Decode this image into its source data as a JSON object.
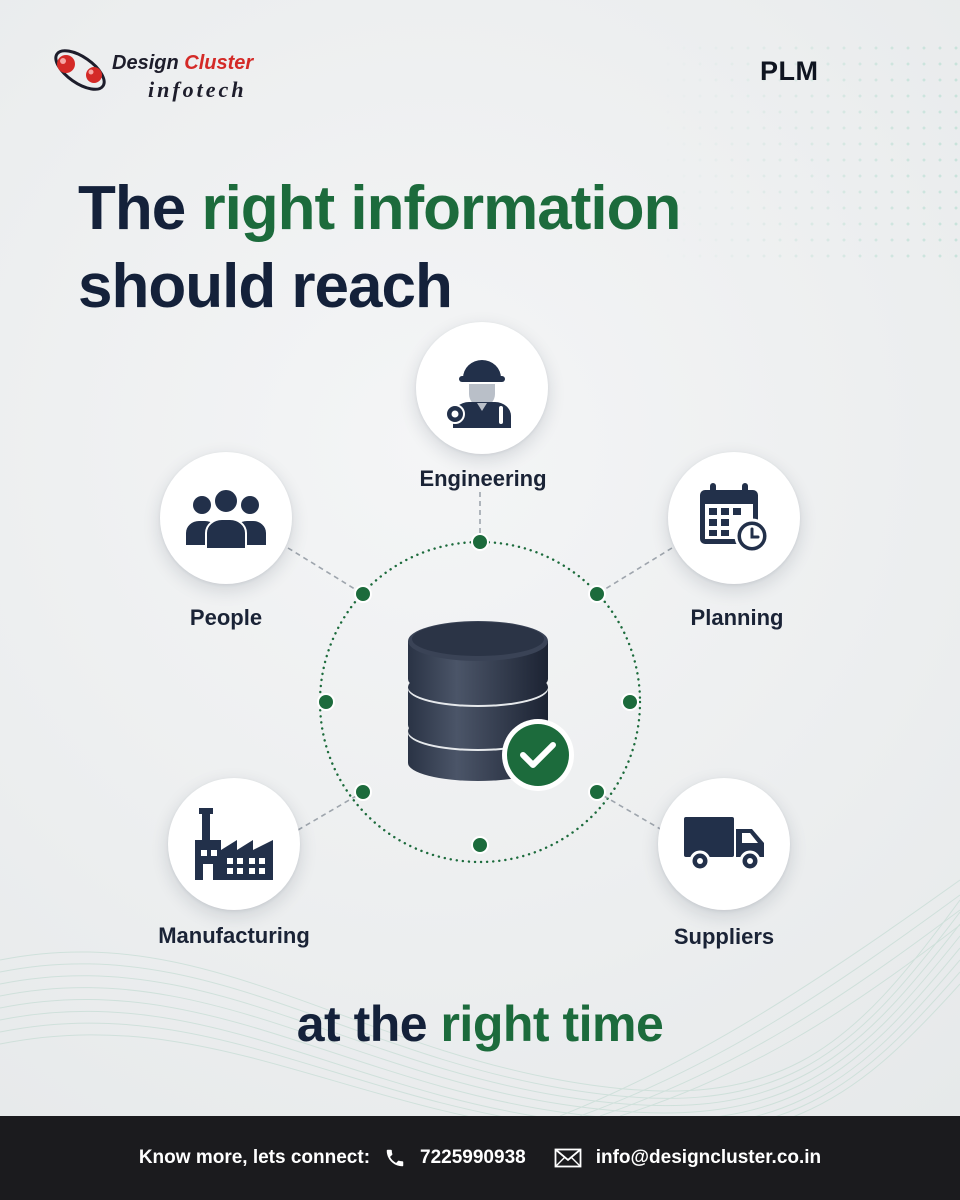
{
  "brand": {
    "name_part1": "Design ",
    "name_part2": "Cluster",
    "name_line2": "infotech"
  },
  "tag": "PLM",
  "headline": {
    "line1_dark": "The ",
    "line1_green": "right information",
    "line2": "should reach"
  },
  "hub": {
    "icon": "database-check-icon"
  },
  "nodes": [
    {
      "key": "engineering",
      "label": "Engineering",
      "icon": "engineer-icon"
    },
    {
      "key": "people",
      "label": "People",
      "icon": "people-icon"
    },
    {
      "key": "planning",
      "label": "Planning",
      "icon": "calendar-clock-icon"
    },
    {
      "key": "manufacturing",
      "label": "Manufacturing",
      "icon": "factory-icon"
    },
    {
      "key": "suppliers",
      "label": "Suppliers",
      "icon": "truck-icon"
    }
  ],
  "tagline": {
    "dark": "at the ",
    "green": "right time"
  },
  "footer": {
    "prompt": "Know more, lets connect:",
    "phone": "7225990938",
    "email": "info@designcluster.co.in"
  },
  "colors": {
    "navy": "#14213a",
    "green": "#1c6b3c",
    "footer_bg": "#1b1b1e",
    "logo_red": "#d42a27"
  }
}
